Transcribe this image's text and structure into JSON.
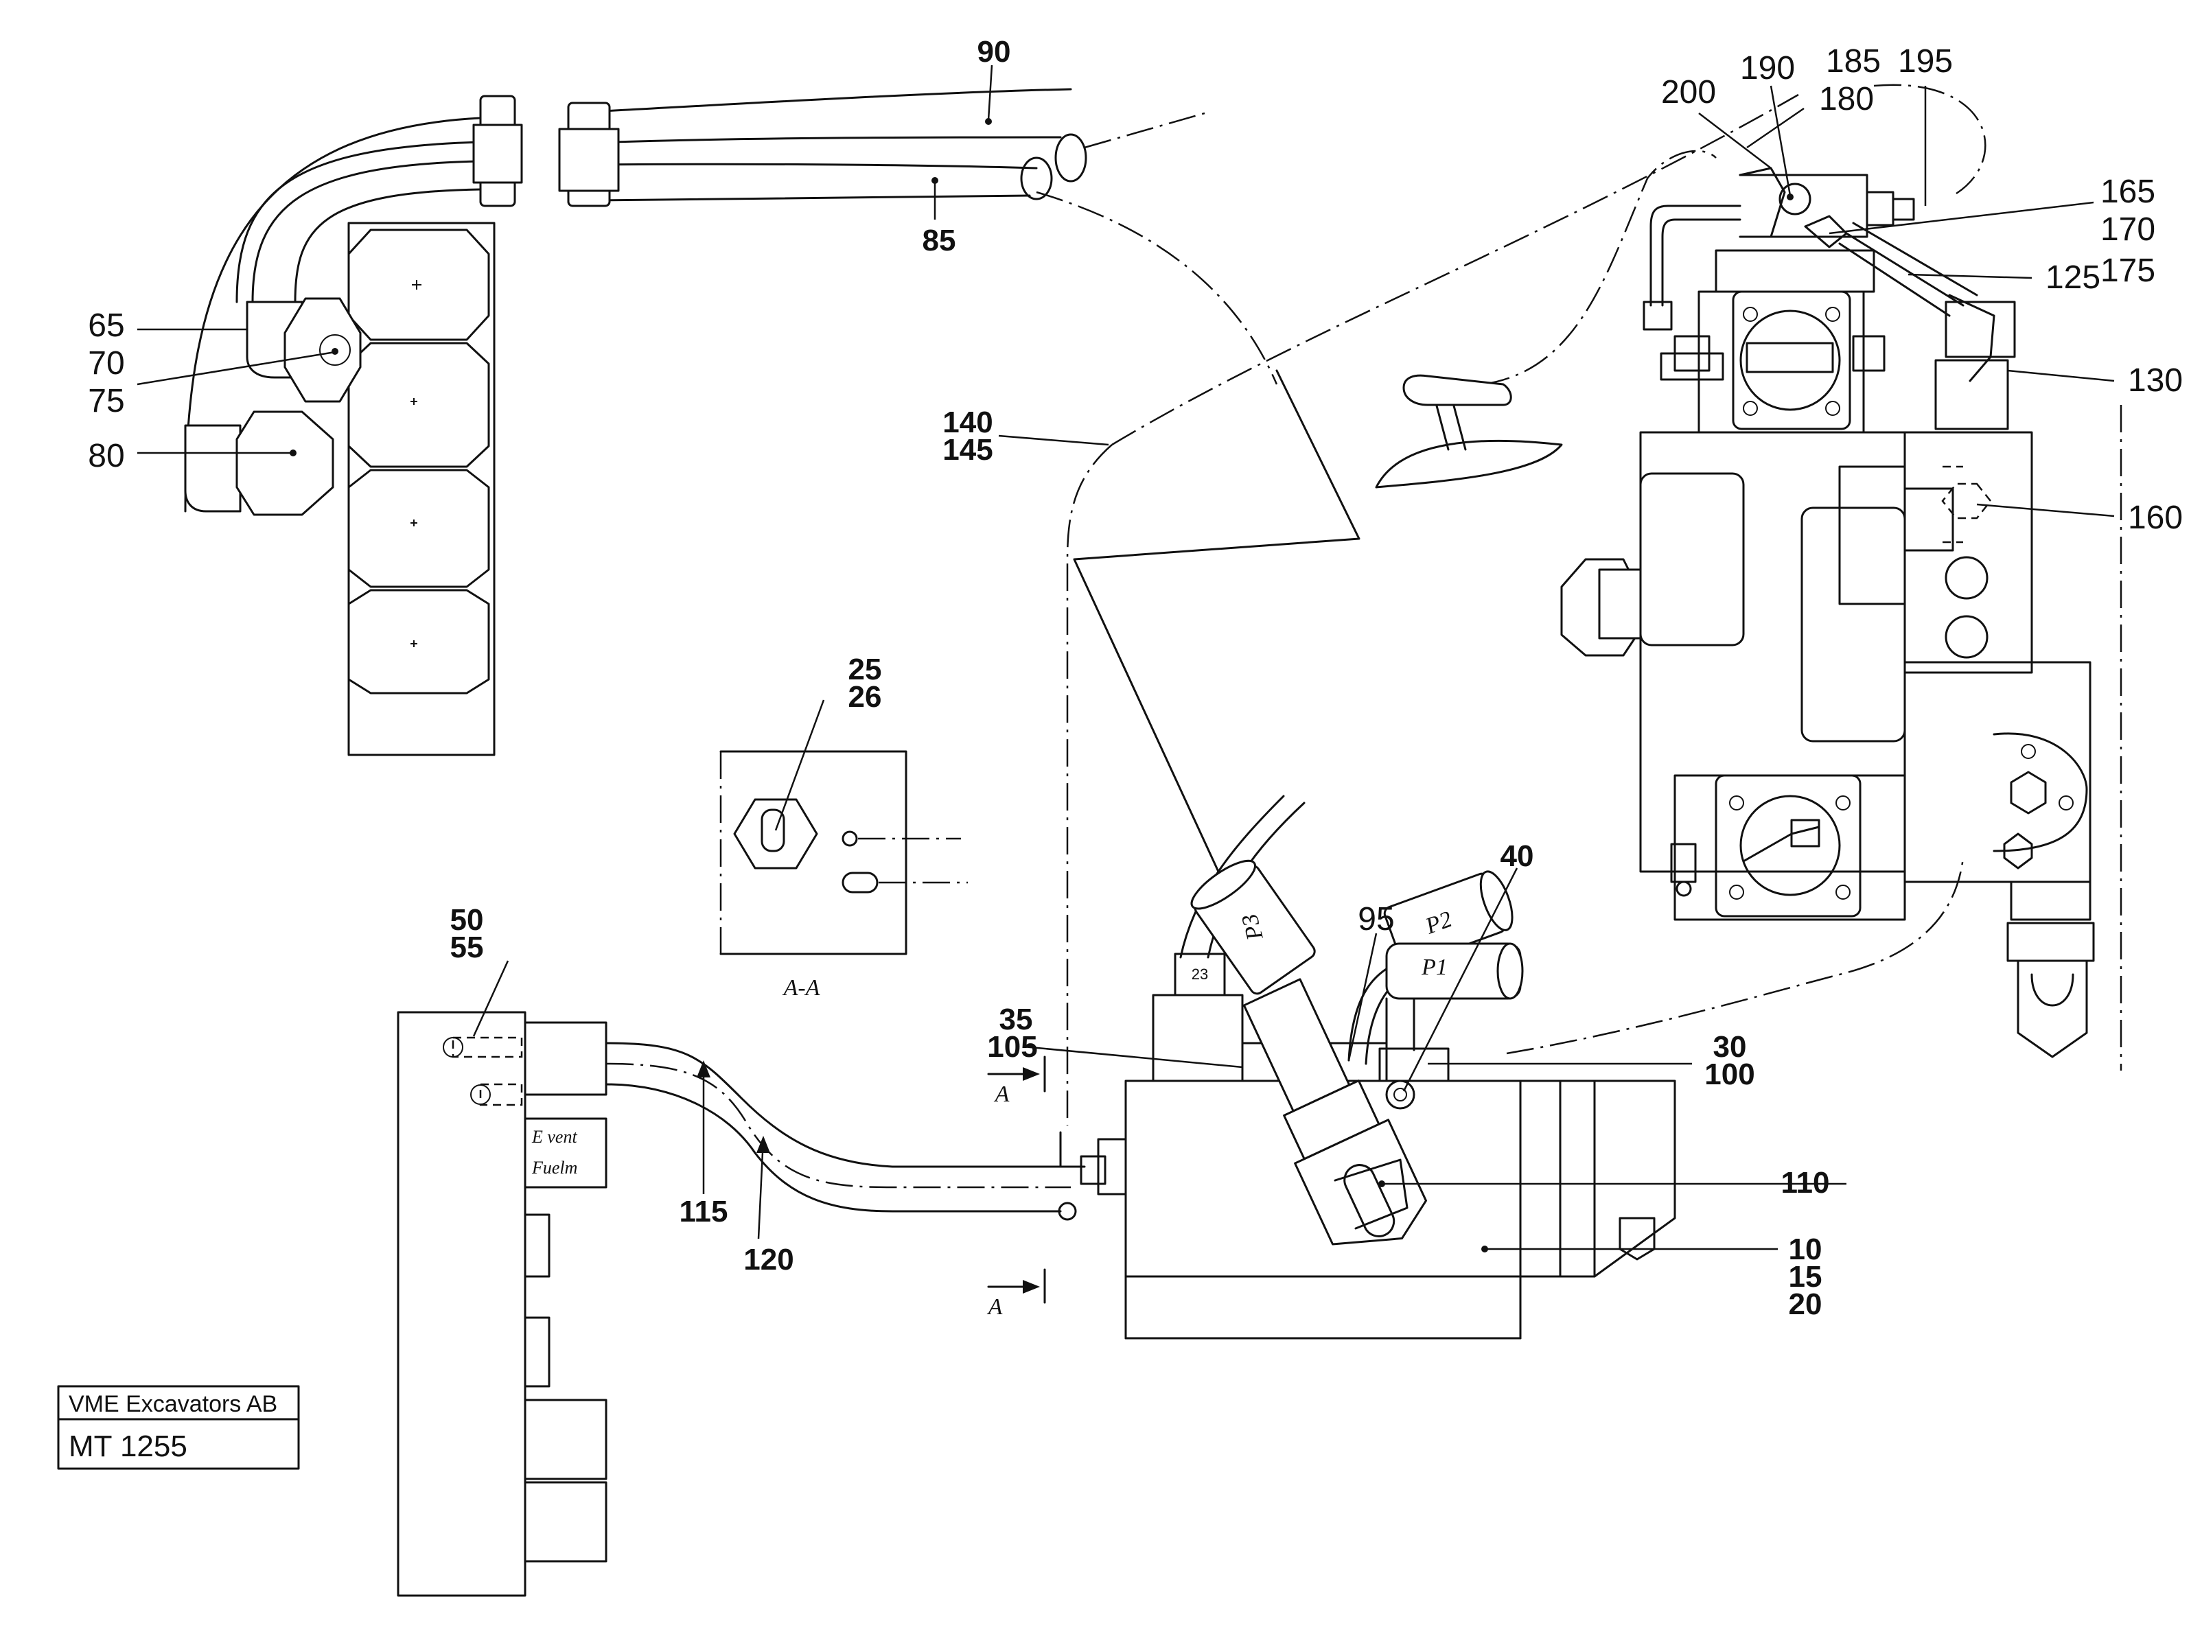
{
  "title_block": {
    "company": "VME Excavators AB",
    "drawing_number": "MT 1255"
  },
  "callouts": {
    "c90": "90",
    "c85": "85",
    "c65": "65",
    "c70": "70",
    "c75": "75",
    "c80": "80",
    "c140": "140",
    "c145": "145",
    "c25": "25",
    "c26": "26",
    "c50": "50",
    "c55": "55",
    "c35": "35",
    "c105": "105",
    "c95": "95",
    "c40": "40",
    "c30": "30",
    "c100": "100",
    "c110": "110",
    "c10": "10",
    "c15": "15",
    "c20": "20",
    "c115": "115",
    "c120": "120",
    "c200": "200",
    "c190": "190",
    "c185": "185",
    "c195": "195",
    "c180": "180",
    "c165": "165",
    "c170": "170",
    "c175": "175",
    "c125": "125",
    "c130": "130",
    "c160": "160"
  },
  "section": {
    "view_label": "A-A",
    "marker_top": "A",
    "marker_bottom": "A"
  },
  "port_labels": {
    "p1": "P1",
    "p2": "P2",
    "p3": "P3",
    "s23": "23"
  },
  "panel_labels": {
    "line1": "E  vent",
    "line2": "Fuelm"
  }
}
